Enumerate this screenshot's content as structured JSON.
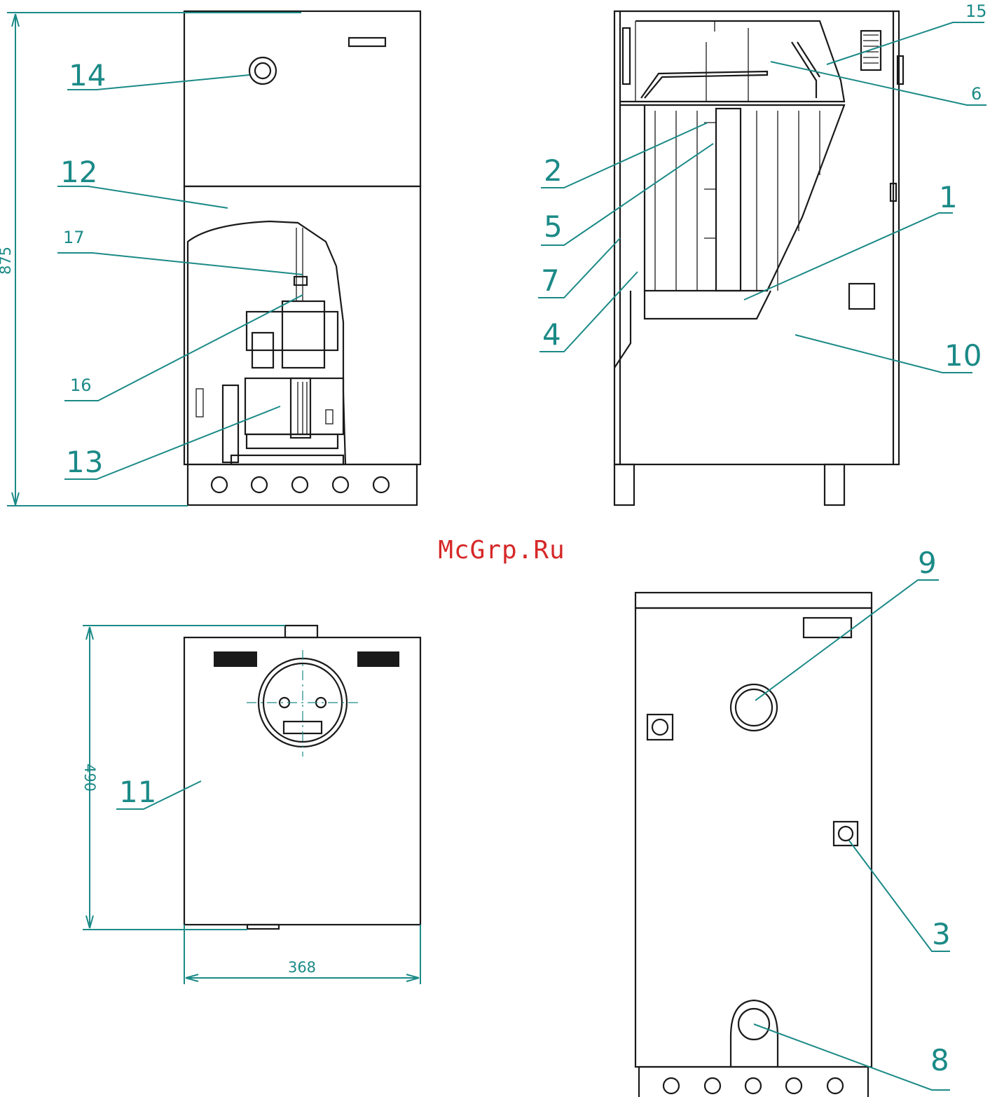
{
  "watermark": "McGrp.Ru",
  "callouts": {
    "c1": "1",
    "c2": "2",
    "c3": "3",
    "c4": "4",
    "c5": "5",
    "c6": "6",
    "c7": "7",
    "c8": "8",
    "c9": "9",
    "c10": "10",
    "c11": "11",
    "c12": "12",
    "c13": "13",
    "c14": "14",
    "c15": "15",
    "c16": "16",
    "c17": "17"
  },
  "dimensions": {
    "height": "875",
    "depth": "490",
    "width": "368"
  },
  "colors": {
    "leader": "#1b8a87",
    "outline": "#1a1a1a",
    "watermark": "#d62828"
  }
}
